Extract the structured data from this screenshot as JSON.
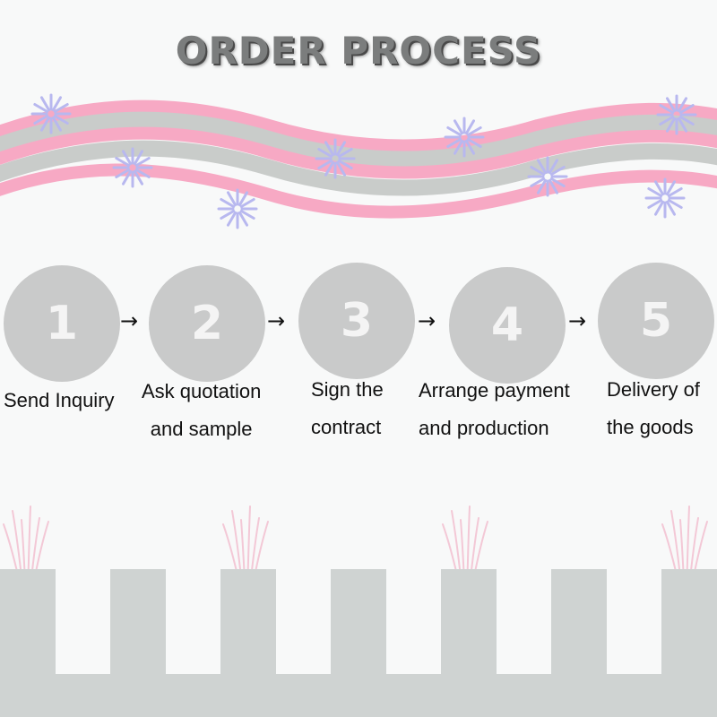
{
  "title": "ORDER PROCESS",
  "colors": {
    "wave_pink": "#f7a9c4",
    "wave_gray": "#c9ccca",
    "flower": "#b8b8ef",
    "circle": "#c9caca",
    "number": "#f4f4f4",
    "fence": "#cfd3d2",
    "grass": "#f3c8d6"
  },
  "steps": [
    {
      "number": "1",
      "lines": [
        "Send Inquiry"
      ]
    },
    {
      "number": "2",
      "lines": [
        "Ask quotation",
        "and sample"
      ]
    },
    {
      "number": "3",
      "lines": [
        "Sign the",
        "contract"
      ]
    },
    {
      "number": "4",
      "lines": [
        "Arrange payment",
        "and production"
      ]
    },
    {
      "number": "5",
      "lines": [
        "Delivery of",
        "the goods"
      ]
    }
  ],
  "arrow_glyph": "→",
  "icons": {
    "flower": "flower-icon",
    "grass": "grass-icon"
  }
}
